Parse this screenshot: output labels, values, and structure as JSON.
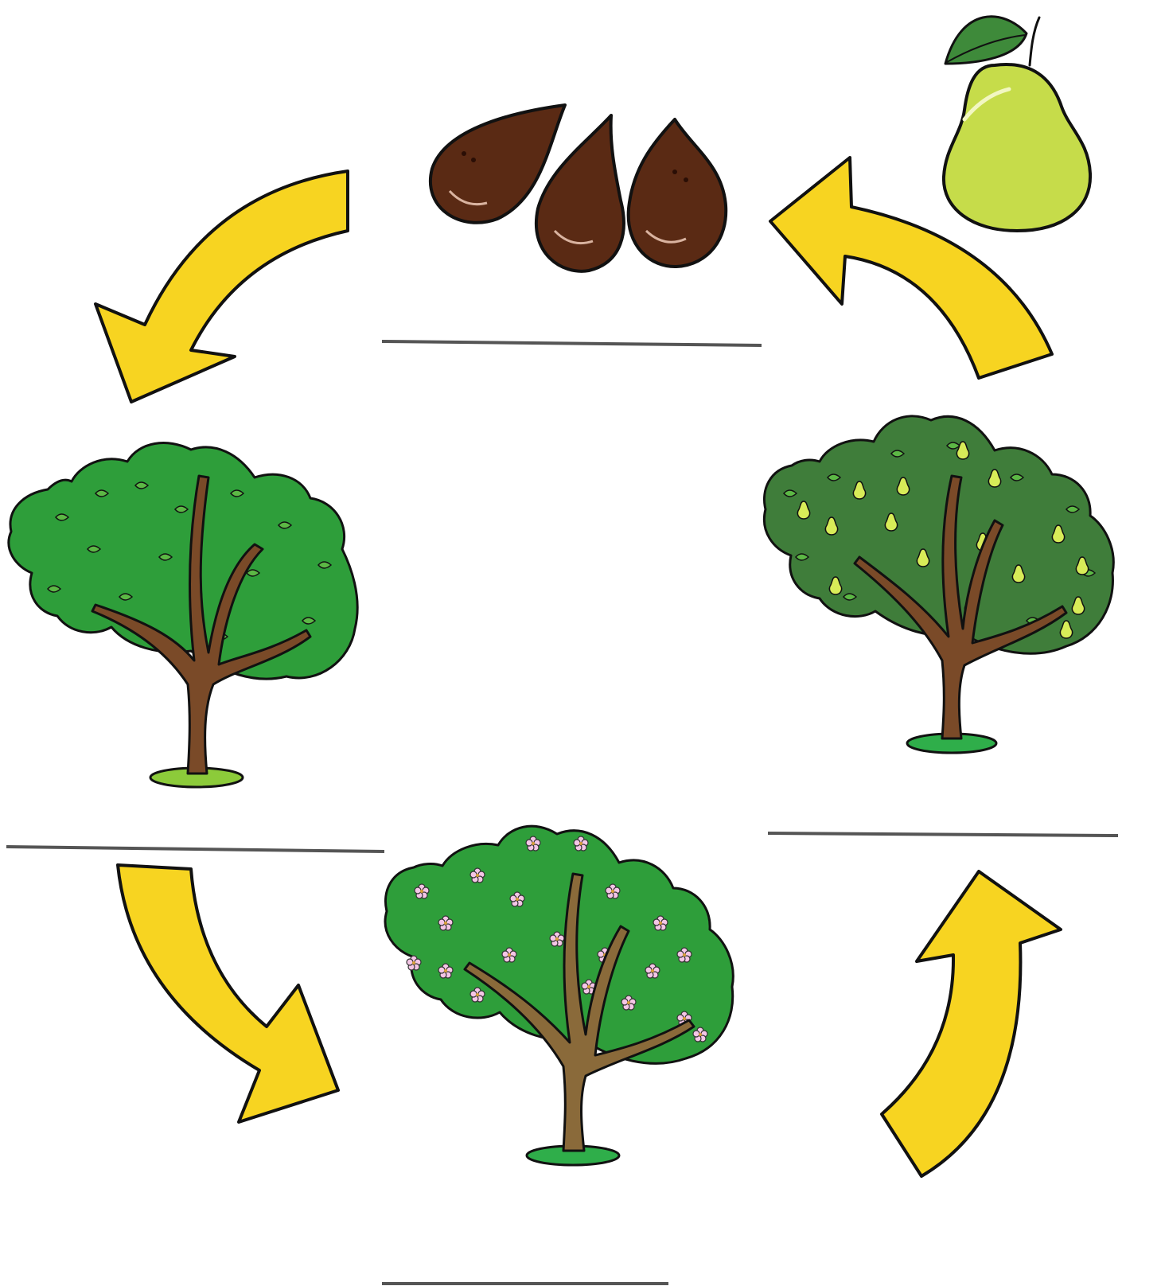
{
  "diagram": {
    "kind": "life-cycle",
    "cycle_order": [
      "seeds",
      "young-tree",
      "flowering-tree",
      "fruiting-tree",
      "pear"
    ],
    "stages": [
      {
        "id": "seeds",
        "icon": "pear-seeds-icon",
        "answer_blank": ""
      },
      {
        "id": "young-tree",
        "icon": "leafy-tree-icon",
        "answer_blank": ""
      },
      {
        "id": "flowering-tree",
        "icon": "flowering-tree-icon",
        "answer_blank": ""
      },
      {
        "id": "fruiting-tree",
        "icon": "fruiting-tree-icon",
        "answer_blank": ""
      },
      {
        "id": "pear",
        "icon": "pear-fruit-icon"
      }
    ],
    "arrows": [
      {
        "name": "arrow-pear-to-seeds",
        "from": "pear",
        "to": "seeds"
      },
      {
        "name": "arrow-seeds-to-young-tree",
        "from": "seeds",
        "to": "young-tree"
      },
      {
        "name": "arrow-young-tree-to-flowering-tree",
        "from": "young-tree",
        "to": "flowering-tree"
      },
      {
        "name": "arrow-flowering-tree-to-fruiting-tree",
        "from": "flowering-tree",
        "to": "fruiting-tree"
      }
    ],
    "colors": {
      "arrow_fill": "#F7D421",
      "outline": "#111111",
      "foliage": "#2E9E3A",
      "foliage_dark": "#3F7D3A",
      "leaf": "#5CB845",
      "trunk": "#7A4A28",
      "trunk_flowering": "#8A6A3A",
      "ground": "#8CCB3A",
      "ground_dark": "#2FAE4A",
      "seed": "#5A2A14",
      "pear_body": "#C6DC4A",
      "pear_leaf": "#3E8A3A",
      "blossom": "#F4C6E6",
      "fruit": "#D8EC58",
      "answer_line": "#555555"
    }
  }
}
